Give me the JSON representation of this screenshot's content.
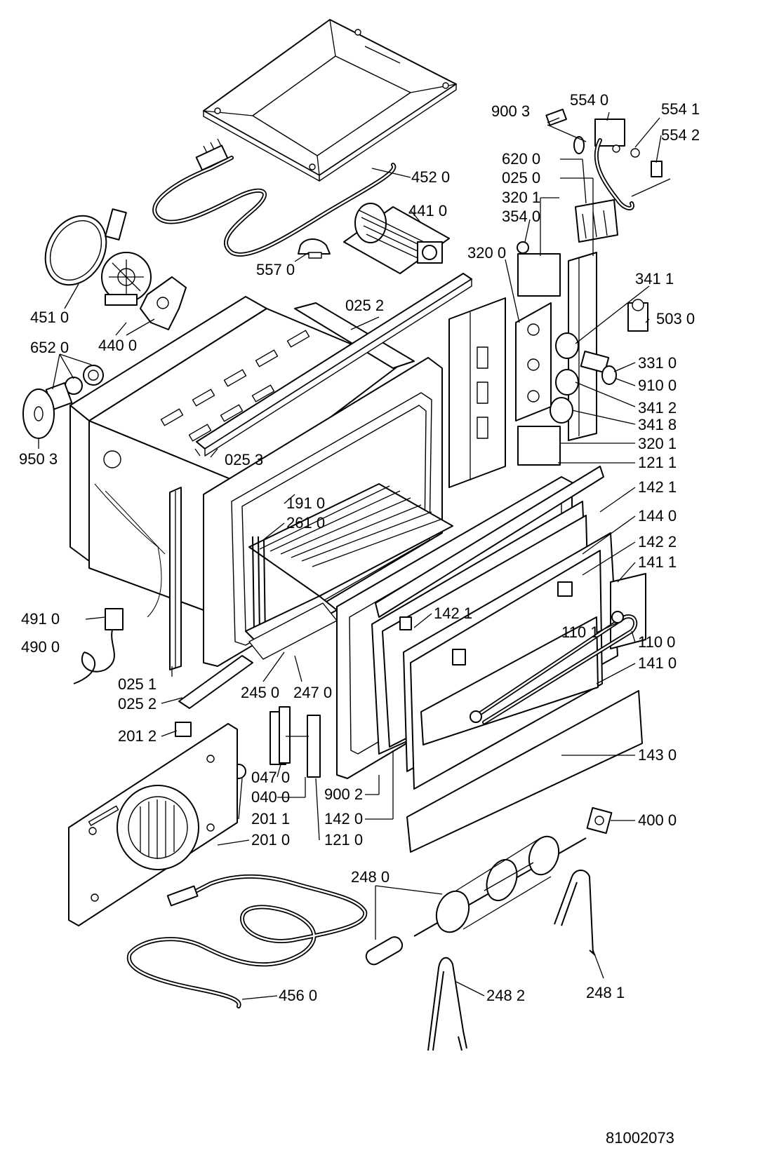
{
  "drawing_number": "81002073",
  "callouts": [
    {
      "id": "c4520",
      "label": "452 0"
    },
    {
      "id": "c4410",
      "label": "441 0"
    },
    {
      "id": "c5570",
      "label": "557 0"
    },
    {
      "id": "c4510",
      "label": "451 0"
    },
    {
      "id": "c4400",
      "label": "440 0"
    },
    {
      "id": "c6520",
      "label": "652 0"
    },
    {
      "id": "c9503",
      "label": "950 3"
    },
    {
      "id": "c0252a",
      "label": "025 2"
    },
    {
      "id": "c0253",
      "label": "025 3"
    },
    {
      "id": "c9003a",
      "label": "900 3"
    },
    {
      "id": "c5540",
      "label": "554 0"
    },
    {
      "id": "c5541",
      "label": "554 1"
    },
    {
      "id": "c5542",
      "label": "554 2"
    },
    {
      "id": "c6200",
      "label": "620 0"
    },
    {
      "id": "c0250",
      "label": "025 0"
    },
    {
      "id": "c3201a",
      "label": "320 1"
    },
    {
      "id": "c3540",
      "label": "354 0"
    },
    {
      "id": "c3200",
      "label": "320 0"
    },
    {
      "id": "c3411",
      "label": "341 1"
    },
    {
      "id": "c5030",
      "label": "503 0"
    },
    {
      "id": "c3310",
      "label": "331 0"
    },
    {
      "id": "c9100",
      "label": "910 0"
    },
    {
      "id": "c3412",
      "label": "341 2"
    },
    {
      "id": "c3418",
      "label": "341 8"
    },
    {
      "id": "c3201b",
      "label": "320 1"
    },
    {
      "id": "c1211",
      "label": "121 1"
    },
    {
      "id": "c1421a",
      "label": "142 1"
    },
    {
      "id": "c1440",
      "label": "144 0"
    },
    {
      "id": "c1422",
      "label": "142 2"
    },
    {
      "id": "c1411",
      "label": "141 1"
    },
    {
      "id": "c1910",
      "label": "191 0"
    },
    {
      "id": "c2610",
      "label": "261 0"
    },
    {
      "id": "c1421b",
      "label": "142 1"
    },
    {
      "id": "c1101",
      "label": "110 1"
    },
    {
      "id": "c1100",
      "label": "110 0"
    },
    {
      "id": "c1410",
      "label": "141 0"
    },
    {
      "id": "c4910",
      "label": "491 0"
    },
    {
      "id": "c4900",
      "label": "490 0"
    },
    {
      "id": "c0251",
      "label": "025 1"
    },
    {
      "id": "c0252b",
      "label": "025 2"
    },
    {
      "id": "c2450",
      "label": "245 0"
    },
    {
      "id": "c2470",
      "label": "247 0"
    },
    {
      "id": "c2012",
      "label": "201 2"
    },
    {
      "id": "c1430",
      "label": "143 0"
    },
    {
      "id": "c0470",
      "label": "047 0"
    },
    {
      "id": "c0400",
      "label": "040 0"
    },
    {
      "id": "c9002",
      "label": "900 2"
    },
    {
      "id": "c2011",
      "label": "201 1"
    },
    {
      "id": "c1420",
      "label": "142 0"
    },
    {
      "id": "c4000",
      "label": "400 0"
    },
    {
      "id": "c2010",
      "label": "201 0"
    },
    {
      "id": "c1210",
      "label": "121 0"
    },
    {
      "id": "c2480",
      "label": "248 0"
    },
    {
      "id": "c4560",
      "label": "456 0"
    },
    {
      "id": "c2482",
      "label": "248 2"
    },
    {
      "id": "c2481",
      "label": "248 1"
    }
  ]
}
